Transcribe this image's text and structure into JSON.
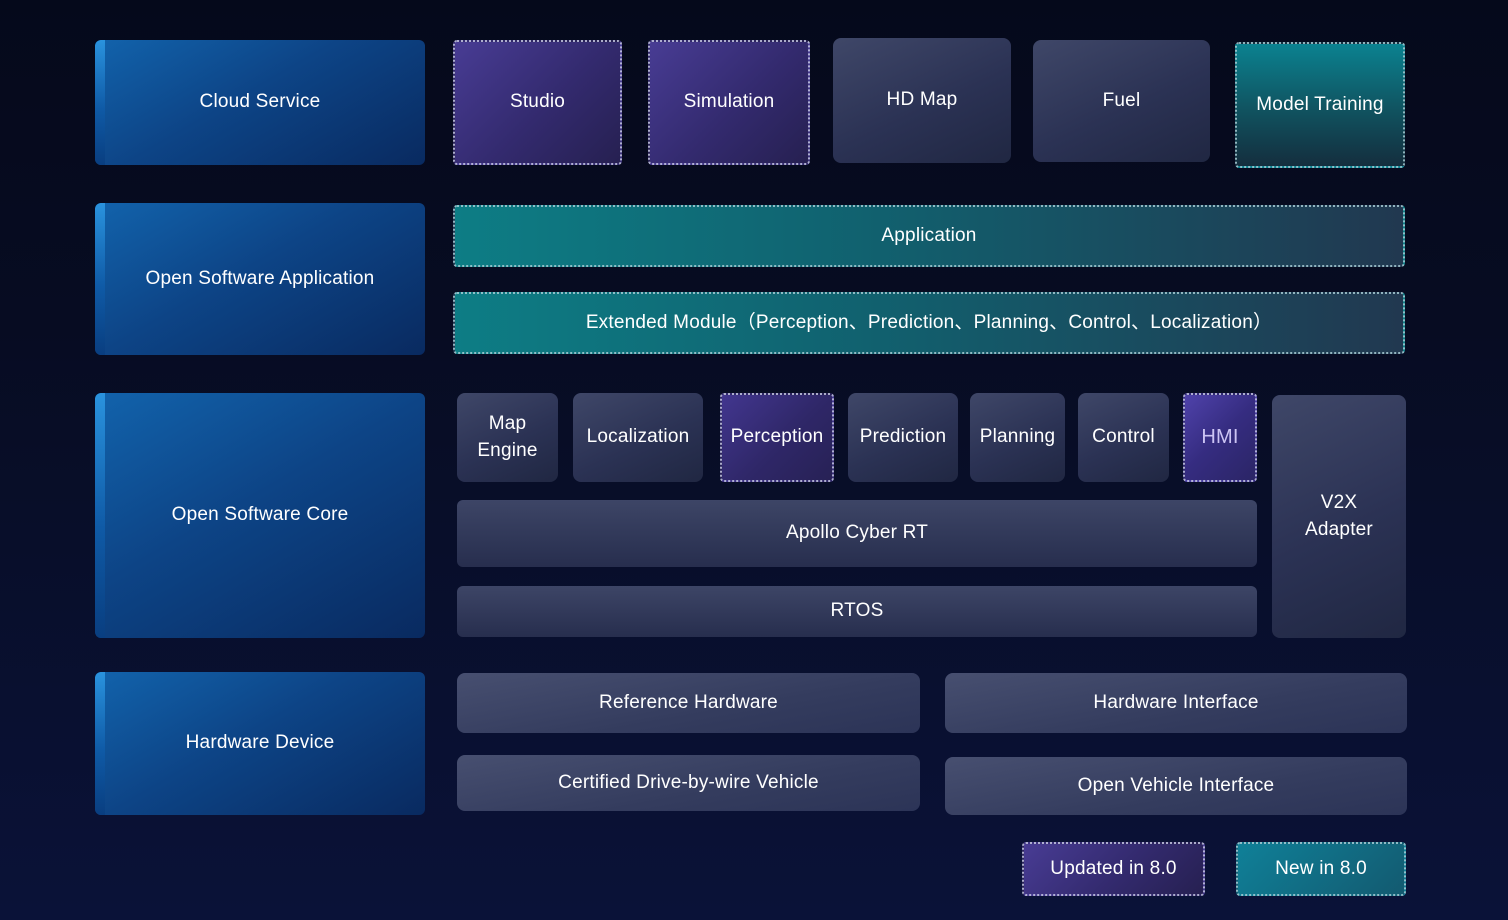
{
  "rows": {
    "cloud": {
      "label": "Cloud Service",
      "items": {
        "studio": "Studio",
        "simulation": "Simulation",
        "hd_map": "HD Map",
        "fuel": "Fuel",
        "model_training": "Model Training"
      }
    },
    "application": {
      "label": "Open Software Application",
      "application": "Application",
      "extended_module": "Extended Module（Perception、Prediction、Planning、Control、Localization）"
    },
    "core": {
      "label": "Open Software Core",
      "modules": {
        "map_engine": "Map Engine",
        "localization": "Localization",
        "perception": "Perception",
        "prediction": "Prediction",
        "planning": "Planning",
        "control": "Control",
        "hmi": "HMI"
      },
      "cyber_rt": "Apollo Cyber RT",
      "rtos": "RTOS",
      "v2x_adapter": "V2X Adapter"
    },
    "hardware": {
      "label": "Hardware Device",
      "reference_hardware": "Reference Hardware",
      "hardware_interface": "Hardware Interface",
      "certified_vehicle": "Certified Drive-by-wire Vehicle",
      "open_vehicle_interface": "Open Vehicle Interface"
    }
  },
  "legend": {
    "updated_label": "Updated in 8.0",
    "new_label": "New in 8.0"
  },
  "colors": {
    "background_top": "#05091b",
    "background_bottom": "#0a1238",
    "row_label_blue": "#0d4486",
    "accent_blue": "#2a93de",
    "slate_box": "#3f4768",
    "updated_purple": "#483c94",
    "new_teal": "#0f8098",
    "text": "#ffffff",
    "hmi_text": "#ccc4f4"
  }
}
